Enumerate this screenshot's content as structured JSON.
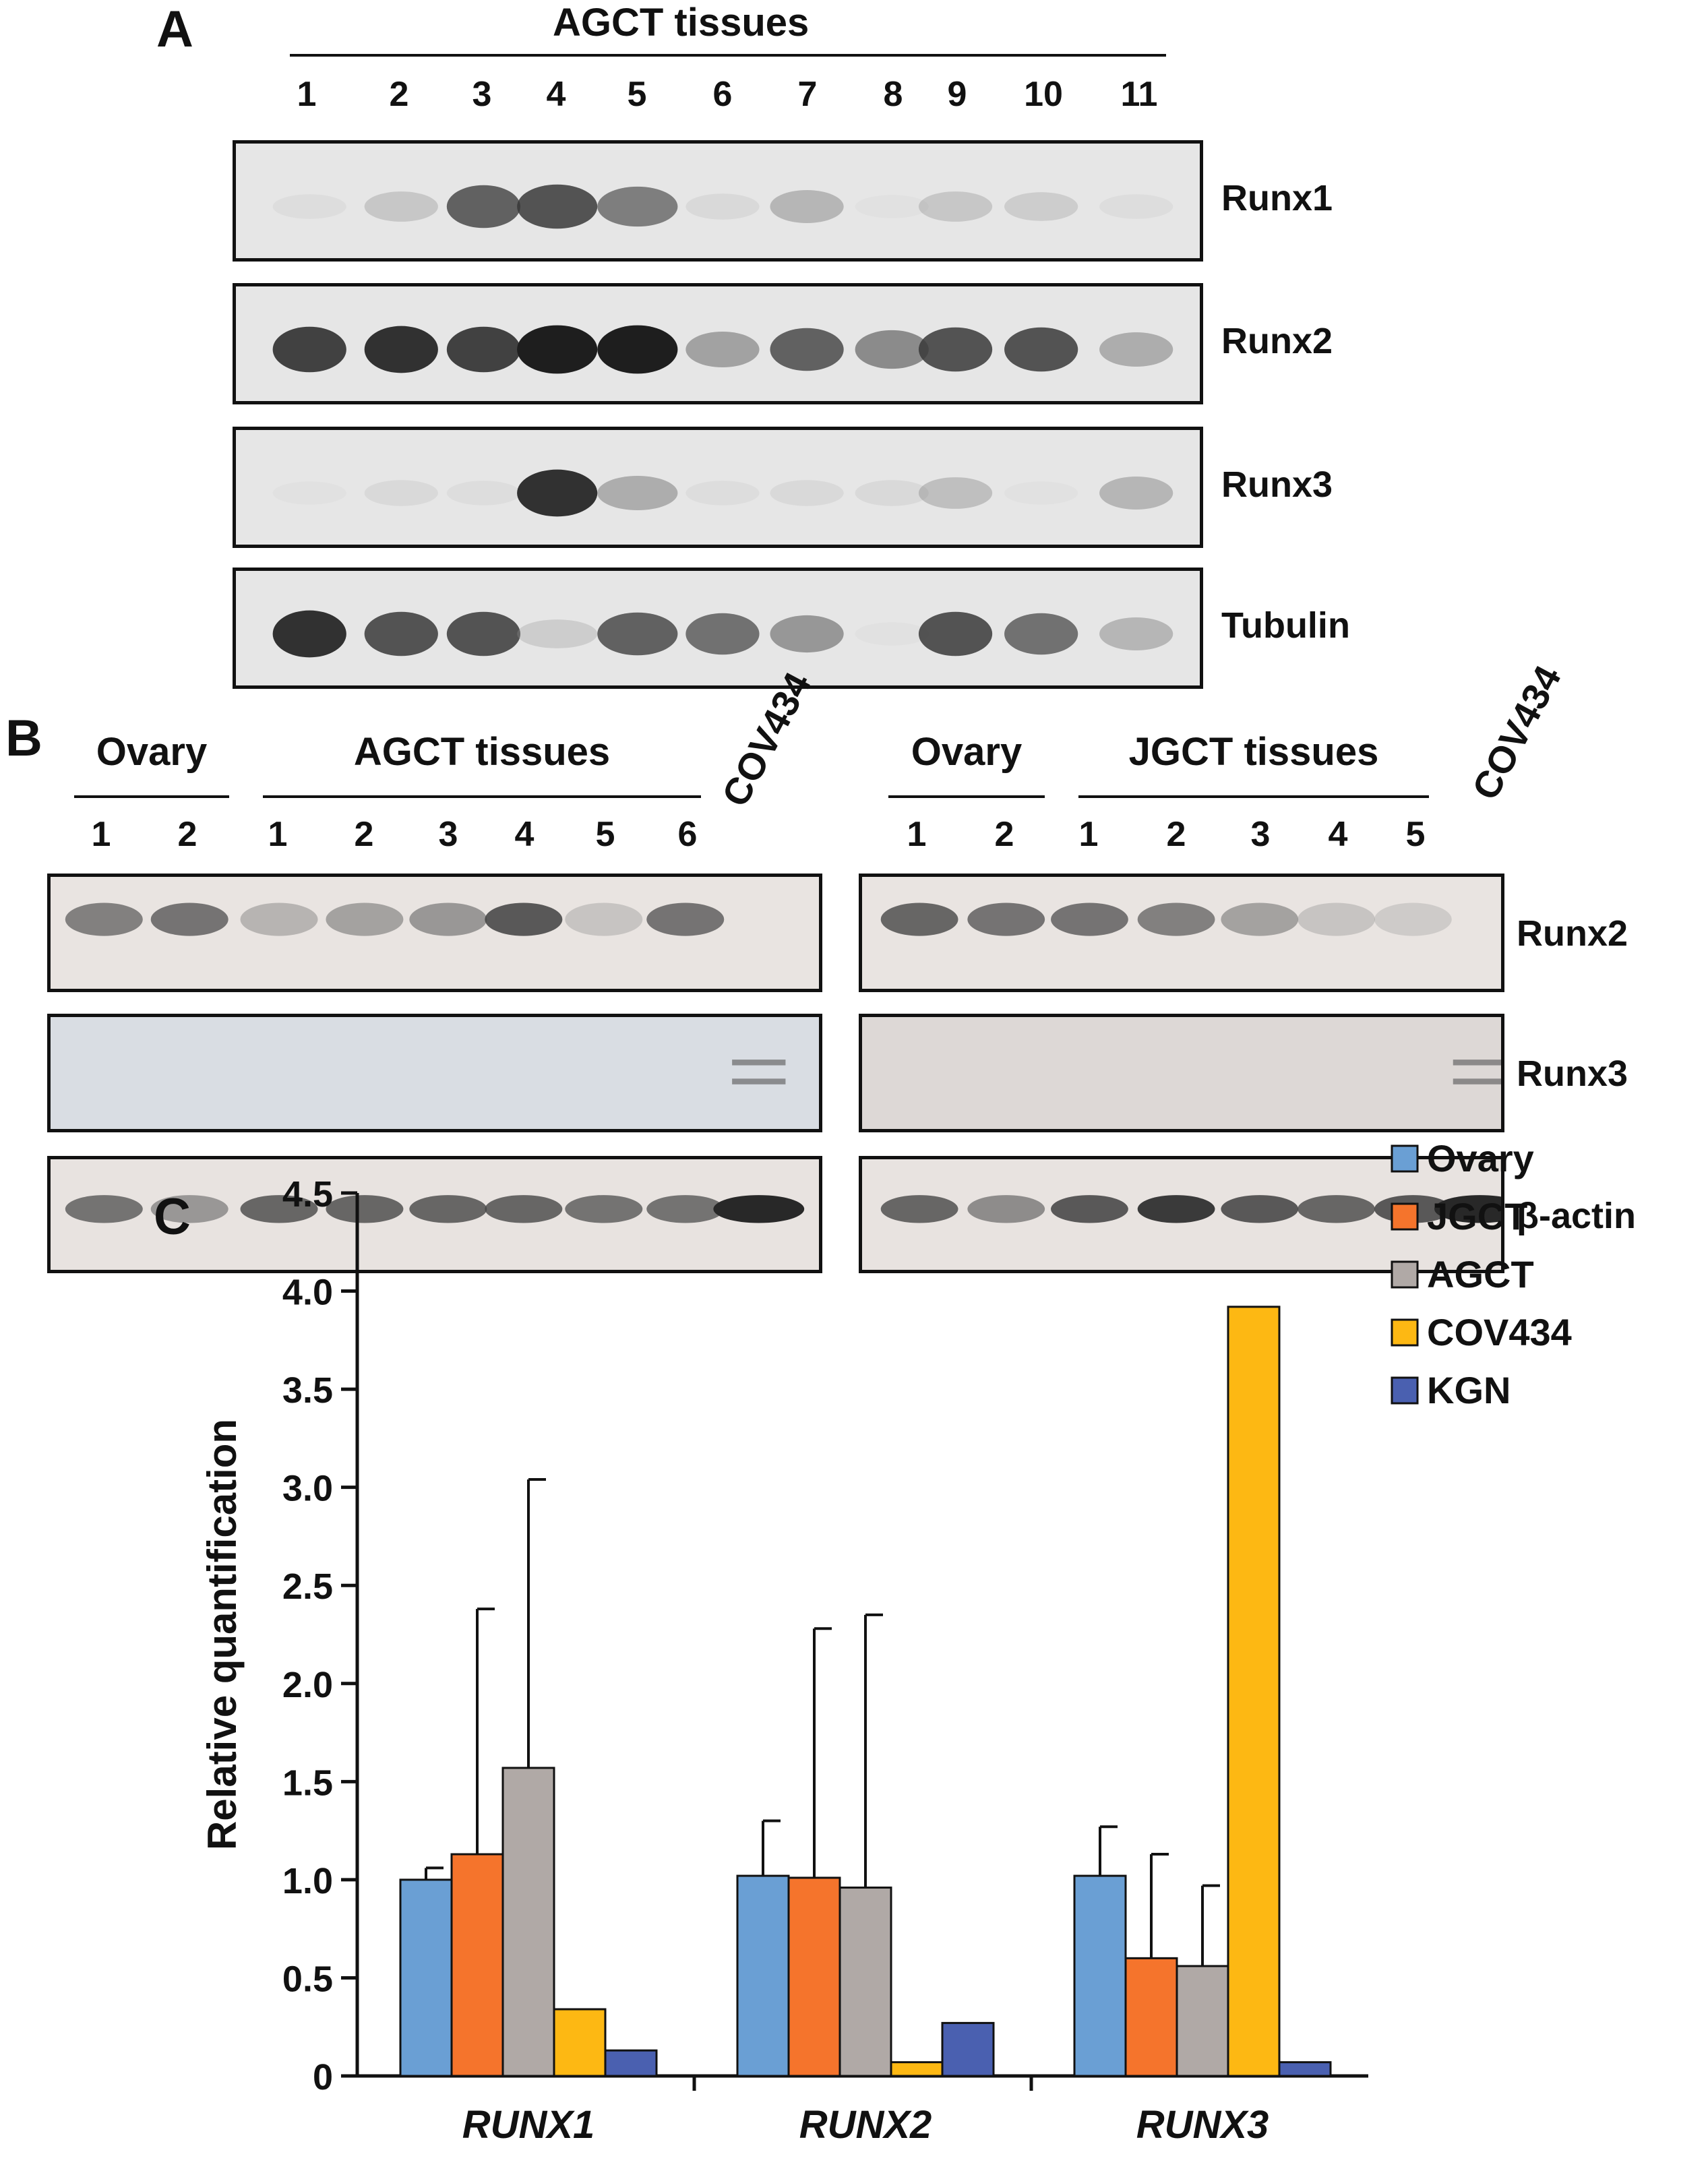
{
  "panel_a": {
    "letter": "A",
    "header": "AGCT tissues",
    "lanes": [
      "1",
      "2",
      "3",
      "4",
      "5",
      "6",
      "7",
      "8",
      "9",
      "10",
      "11"
    ],
    "blots": [
      {
        "label": "Runx1",
        "intensities": [
          0.15,
          0.35,
          0.8,
          0.85,
          0.7,
          0.2,
          0.45,
          0.1,
          0.35,
          0.3,
          0.15
        ]
      },
      {
        "label": "Runx2",
        "intensities": [
          0.9,
          0.95,
          0.9,
          1.0,
          1.0,
          0.55,
          0.8,
          0.65,
          0.85,
          0.85,
          0.5
        ]
      },
      {
        "label": "Runx3",
        "intensities": [
          0.1,
          0.2,
          0.15,
          0.95,
          0.5,
          0.15,
          0.2,
          0.2,
          0.4,
          0.1,
          0.45
        ]
      },
      {
        "label": "Tubulin",
        "intensities": [
          0.95,
          0.85,
          0.85,
          0.3,
          0.8,
          0.75,
          0.6,
          0.1,
          0.85,
          0.75,
          0.45
        ]
      }
    ]
  },
  "panel_b": {
    "letter": "B",
    "left": {
      "groups": [
        {
          "label": "Ovary",
          "lanes": [
            "1",
            "2"
          ]
        },
        {
          "label": "AGCT tissues",
          "lanes": [
            "1",
            "2",
            "3",
            "4",
            "5",
            "6"
          ]
        }
      ],
      "cov": "COV434"
    },
    "right": {
      "groups": [
        {
          "label": "Ovary",
          "lanes": [
            "1",
            "2"
          ]
        },
        {
          "label": "JGCT tissues",
          "lanes": [
            "1",
            "2",
            "3",
            "4",
            "5"
          ]
        }
      ],
      "cov": "COV434"
    },
    "blots": [
      {
        "label": "Runx2"
      },
      {
        "label": "Runx3"
      },
      {
        "label": "β-actin"
      }
    ]
  },
  "panel_c": {
    "letter": "C"
  },
  "chart_data": {
    "type": "bar",
    "title": "",
    "ylabel": "Relative quantification",
    "xlabel": "",
    "ylim": [
      0,
      4.5
    ],
    "yticks": [
      "0",
      "0.5",
      "1.0",
      "1.5",
      "2.0",
      "2.5",
      "3.0",
      "3.5",
      "4.0",
      "4.5"
    ],
    "categories": [
      "RUNX1",
      "RUNX2",
      "RUNX3"
    ],
    "series": [
      {
        "name": "Ovary",
        "color": "#6a9fd4",
        "values": [
          1.0,
          1.02,
          1.02
        ],
        "errors": [
          0.06,
          0.28,
          0.25
        ]
      },
      {
        "name": "JGCT",
        "color": "#f5742c",
        "values": [
          1.13,
          1.01,
          0.6
        ],
        "errors": [
          1.25,
          1.27,
          0.53
        ]
      },
      {
        "name": "AGCT",
        "color": "#b0a9a6",
        "values": [
          1.57,
          0.96,
          0.56
        ],
        "errors": [
          1.47,
          1.39,
          0.41
        ]
      },
      {
        "name": "COV434",
        "color": "#fdb813",
        "values": [
          0.34,
          0.07,
          3.92
        ],
        "errors": [
          0,
          0,
          0
        ]
      },
      {
        "name": "KGN",
        "color": "#4a60b0",
        "values": [
          0.13,
          0.27,
          0.07
        ],
        "errors": [
          0,
          0,
          0
        ]
      }
    ],
    "legend_position": "top-right"
  }
}
